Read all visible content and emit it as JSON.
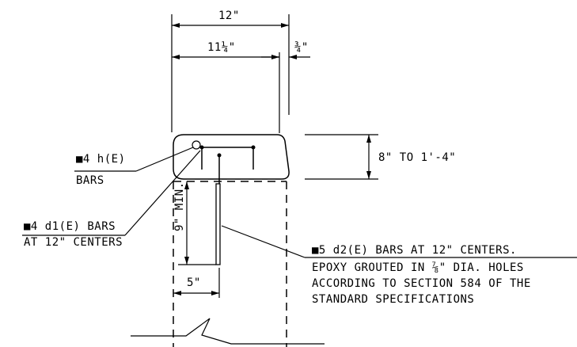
{
  "dimensions": {
    "overall_width": "12\"",
    "inner_width": "11¼\"",
    "edge_offset": "¾\"",
    "depth": "8\" TO 1'-4\"",
    "embed_depth": "9\" MIN.",
    "bar_offset": "5\""
  },
  "callouts": {
    "h_bars_line1": "■4 h(E)",
    "h_bars_line2": "BARS",
    "d1_bars_line1": "■4 d1(E) BARS",
    "d1_bars_line2": "AT 12\" CENTERS",
    "d2_bars_line1": "■5 d2(E) BARS AT 12\" CENTERS.",
    "d2_bars_line2": "EPOXY GROUTED IN ⅞\" DIA. HOLES",
    "d2_bars_line3": "ACCORDING TO SECTION 584 OF THE",
    "d2_bars_line4": "STANDARD SPECIFICATIONS"
  }
}
